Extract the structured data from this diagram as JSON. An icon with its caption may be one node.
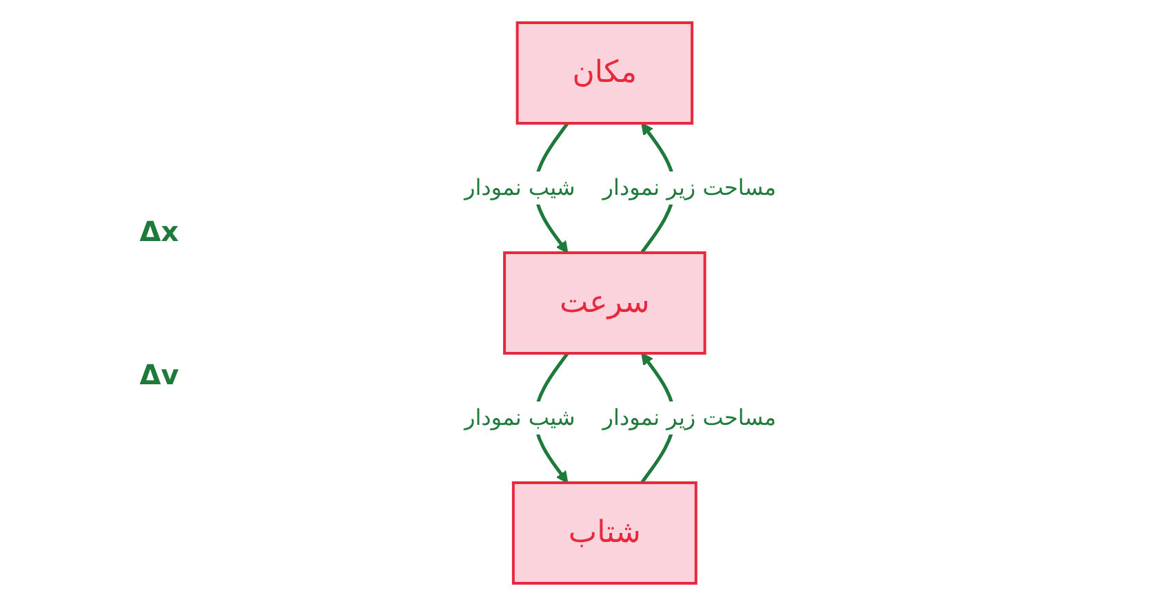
{
  "diagram": {
    "nodes": [
      {
        "text": [
          "مکان"
        ]
      },
      {
        "text": [
          "سرعت"
        ]
      },
      {
        "text": [
          "شتاب"
        ]
      }
    ],
    "edges": [
      {
        "from": 0,
        "to": 1,
        "arrow": "to",
        "label": "شیب نمودار"
      },
      {
        "from": 1,
        "to": 0,
        "arrow": "to",
        "label": "مساحت زیر نمودار"
      },
      {
        "from": 1,
        "to": 2,
        "arrow": "to",
        "label": "شیب نمودار"
      },
      {
        "from": 2,
        "to": 1,
        "arrow": "to",
        "label": "مساحت زیر نمودار"
      }
    ],
    "labels": [
      "Δx",
      "Δv"
    ]
  }
}
